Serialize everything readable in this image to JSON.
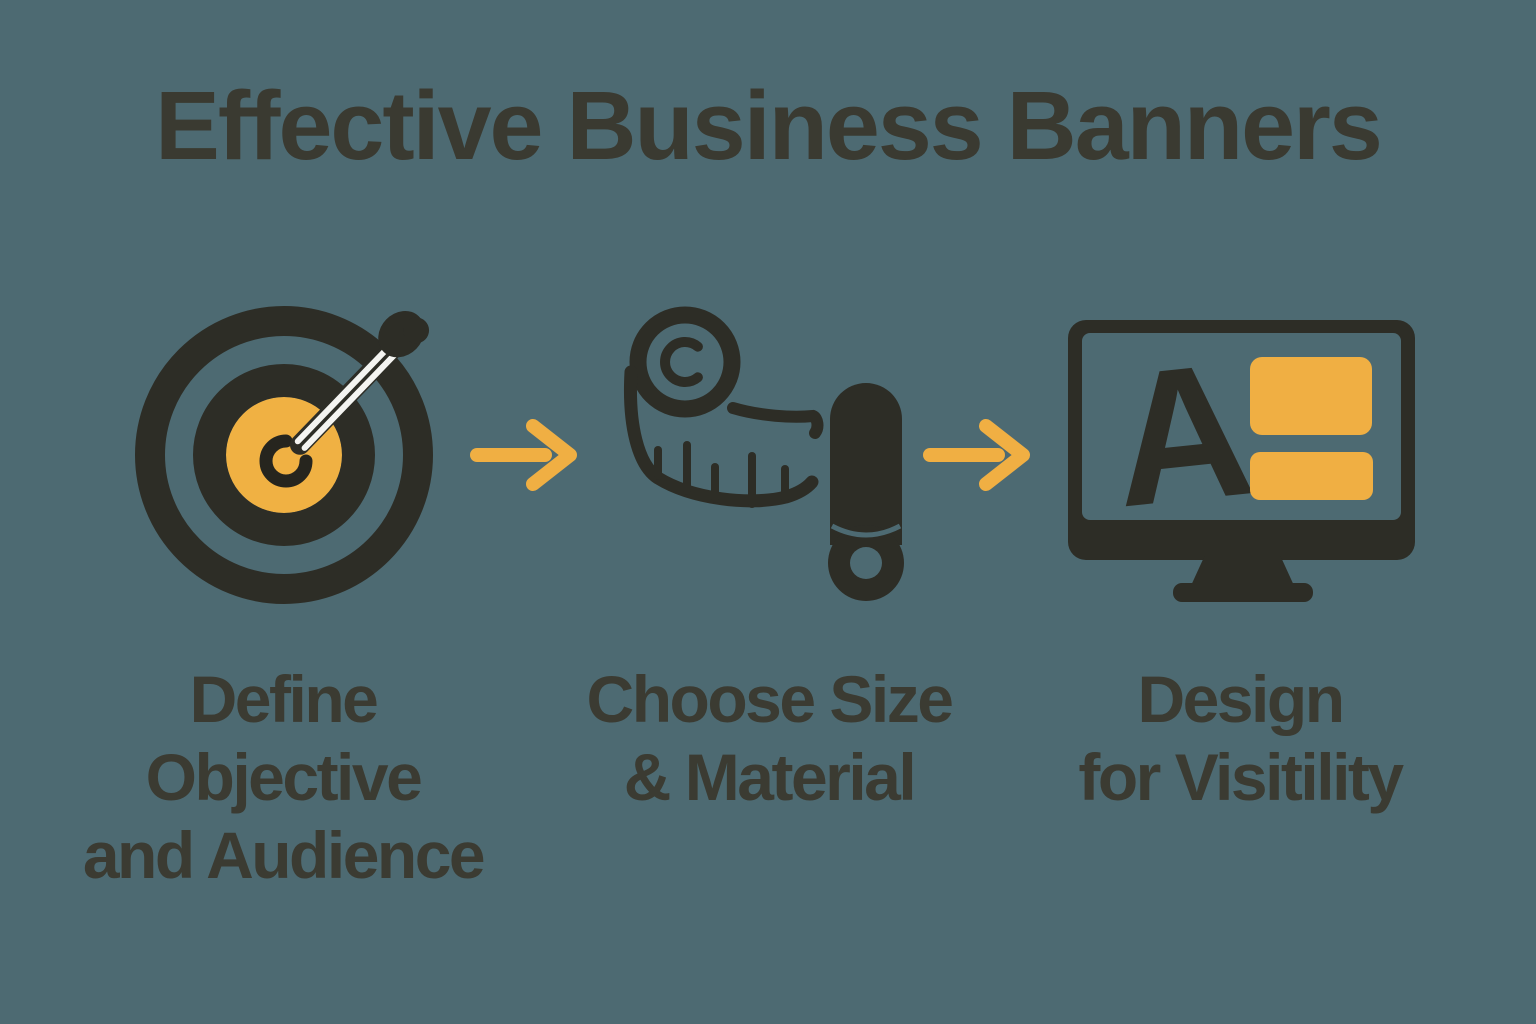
{
  "title": "Effective Business Banners",
  "colors": {
    "background": "#4d6a72",
    "icon_dark": "#2d2d26",
    "text_dark": "#3b3b32",
    "accent_yellow": "#f0af43",
    "dart_white": "#f4f4f1"
  },
  "steps": [
    {
      "name": "define-objective",
      "icon": "target-dart-icon",
      "lines": [
        "Define",
        "Objective",
        "and Audience"
      ]
    },
    {
      "name": "choose-size",
      "icon": "measuring-tape-icon",
      "lines": [
        "Choose Size",
        "& Material"
      ]
    },
    {
      "name": "design-visibility",
      "icon": "monitor-design-icon",
      "monitor_letter": "A",
      "lines": [
        "Design",
        "for Visitility"
      ]
    }
  ],
  "arrows": {
    "count": 2,
    "direction": "right"
  }
}
